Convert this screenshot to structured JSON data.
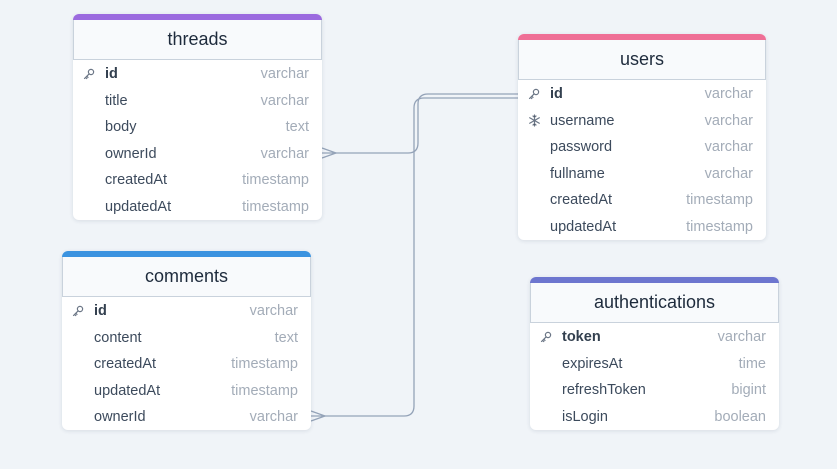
{
  "colors": {
    "background": "#f0f4f8",
    "connector": "#94a3b8",
    "threads_accent": "#9b6adf",
    "users_accent": "#ef6f96",
    "comments_accent": "#3b93e0",
    "authentications_accent": "#6d76cf"
  },
  "tables": {
    "threads": {
      "title": "threads",
      "accent": "#9b6adf",
      "columns": [
        {
          "name": "id",
          "type": "varchar",
          "key": "primary-key-icon"
        },
        {
          "name": "title",
          "type": "varchar",
          "key": ""
        },
        {
          "name": "body",
          "type": "text",
          "key": ""
        },
        {
          "name": "ownerId",
          "type": "varchar",
          "key": ""
        },
        {
          "name": "createdAt",
          "type": "timestamp",
          "key": ""
        },
        {
          "name": "updatedAt",
          "type": "timestamp",
          "key": ""
        }
      ]
    },
    "users": {
      "title": "users",
      "accent": "#ef6f96",
      "columns": [
        {
          "name": "id",
          "type": "varchar",
          "key": "primary-key-icon"
        },
        {
          "name": "username",
          "type": "varchar",
          "key": "unique-snowflake-icon"
        },
        {
          "name": "password",
          "type": "varchar",
          "key": ""
        },
        {
          "name": "fullname",
          "type": "varchar",
          "key": ""
        },
        {
          "name": "createdAt",
          "type": "timestamp",
          "key": ""
        },
        {
          "name": "updatedAt",
          "type": "timestamp",
          "key": ""
        }
      ]
    },
    "comments": {
      "title": "comments",
      "accent": "#3b93e0",
      "columns": [
        {
          "name": "id",
          "type": "varchar",
          "key": "primary-key-icon"
        },
        {
          "name": "content",
          "type": "text",
          "key": ""
        },
        {
          "name": "createdAt",
          "type": "timestamp",
          "key": ""
        },
        {
          "name": "updatedAt",
          "type": "timestamp",
          "key": ""
        },
        {
          "name": "ownerId",
          "type": "varchar",
          "key": ""
        }
      ]
    },
    "authentications": {
      "title": "authentications",
      "accent": "#6d76cf",
      "columns": [
        {
          "name": "token",
          "type": "varchar",
          "key": "primary-key-icon"
        },
        {
          "name": "expiresAt",
          "type": "time",
          "key": ""
        },
        {
          "name": "refreshToken",
          "type": "bigint",
          "key": ""
        },
        {
          "name": "isLogin",
          "type": "boolean",
          "key": ""
        }
      ]
    }
  },
  "relationships": [
    {
      "from": "threads.ownerId",
      "to": "users.id",
      "cardinality": "many-to-one"
    },
    {
      "from": "comments.ownerId",
      "to": "users.id",
      "cardinality": "many-to-one"
    }
  ]
}
